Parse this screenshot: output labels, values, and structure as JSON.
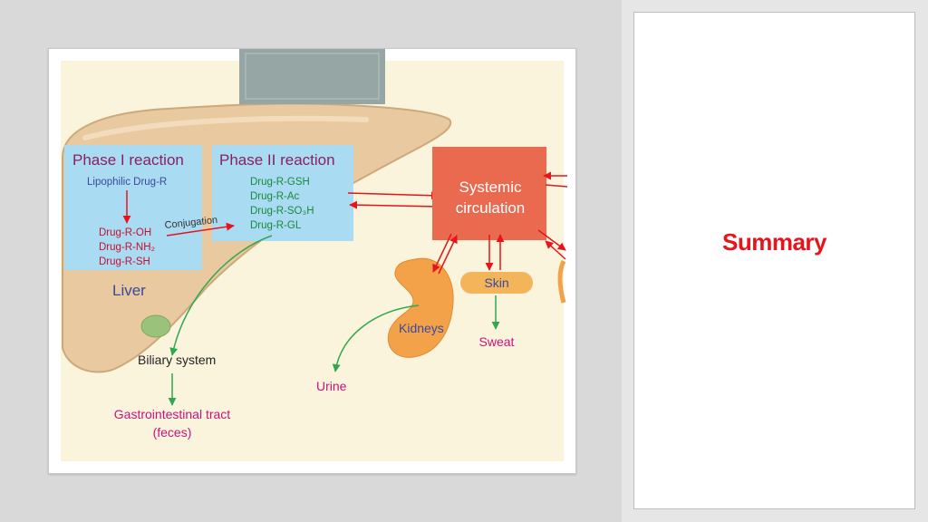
{
  "colors": {
    "accent_red": "#e8141b",
    "phase_box_fill": "#a9dbf3",
    "phase_title": "#8a2160",
    "drug_r_text": "#3a4a9a",
    "phase2_items": "#1a8a3a",
    "red_items": "#c8102e",
    "systemic_fill": "#ea6a50",
    "systemic_text": "#ffffff",
    "excretion_magenta": "#c8127a",
    "green_arrow": "#2fa84f",
    "organ_orange": "#f4a24a",
    "liver_fill": "#e8c9a0"
  },
  "diagram": {
    "phase1": {
      "title": "Phase I reaction",
      "substrate": "Lipophilic Drug-R",
      "products": [
        "Drug-R-OH",
        "Drug-R-NH₂",
        "Drug-R-SH"
      ]
    },
    "phase2": {
      "title": "Phase II reaction",
      "products": [
        "Drug-R-GSH",
        "Drug-R-Ac",
        "Drug-R-SO₃H",
        "Drug-R-GL"
      ]
    },
    "conjugation_label": "Conjugation",
    "organ_liver": "Liver",
    "systemic": [
      "Systemic",
      "circulation"
    ],
    "biliary": "Biliary system",
    "gi_tract": [
      "Gastrointestinal tract",
      "(feces)"
    ],
    "kidneys": "Kidneys",
    "urine": "Urine",
    "skin": "Skin",
    "sweat": "Sweat"
  },
  "notes": {
    "title": "Summary"
  }
}
